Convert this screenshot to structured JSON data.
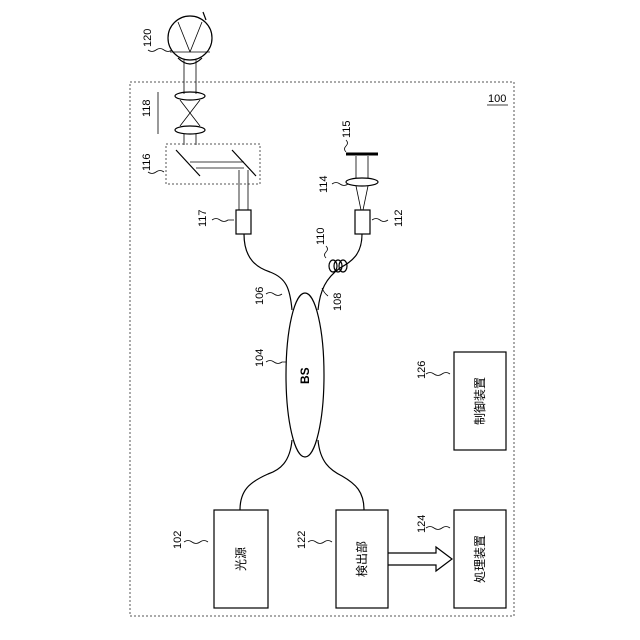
{
  "labels": {
    "system": "100",
    "light_source_ref": "102",
    "light_source": "光源",
    "splitter_ref": "104",
    "splitter": "BS",
    "fiber_sample_ref": "106",
    "fiber_ref_ref": "108",
    "fiber_loop_ref": "110",
    "collimator_ref_ref": "112",
    "lens_ref_ref": "114",
    "mirror_ref": "115",
    "scanner_ref": "116",
    "collimator_sample_ref": "117",
    "eyepiece_ref": "118",
    "eye_ref": "120",
    "detector_ref": "122",
    "detector": "検出部",
    "processor_ref": "124",
    "processor": "処理装置",
    "controller_ref": "126",
    "controller": "制御装置"
  }
}
